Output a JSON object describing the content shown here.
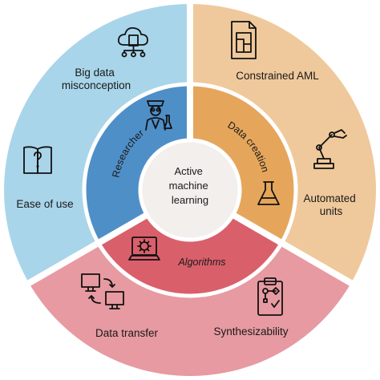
{
  "colors": {
    "researcher_outer": "#a9d5ea",
    "researcher_inner": "#4f8fc8",
    "creation_outer": "#efc99b",
    "creation_inner": "#e5a65c",
    "algorithms_outer": "#e79aa1",
    "algorithms_inner": "#d9606b",
    "center": "#f2efec",
    "divider": "#ffffff"
  },
  "center": {
    "lines": [
      "Active",
      "machine",
      "learning"
    ]
  },
  "inner_ring": {
    "researcher": {
      "label": "Researcher",
      "icon": "researcher-icon"
    },
    "data_creation": {
      "label": "Data creation",
      "icon": "flask-icon"
    },
    "algorithms": {
      "label": "Algorithms",
      "icon": "laptop-gear-icon"
    }
  },
  "outer_ring": {
    "big_data": {
      "lines": [
        "Big data",
        "misconception"
      ],
      "icon": "cloud-network-icon"
    },
    "ease_of_use": {
      "label": "Ease of use",
      "icon": "book-question-icon"
    },
    "constrained_aml": {
      "label": "Constrained AML",
      "icon": "blueprint-document-icon"
    },
    "automated_units": {
      "lines": [
        "Automated",
        "units"
      ],
      "icon": "robot-arm-icon"
    },
    "data_transfer": {
      "label": "Data transfer",
      "icon": "monitors-transfer-icon"
    },
    "synthesizability": {
      "label": "Synthesizability",
      "icon": "clipboard-flowchart-icon"
    }
  }
}
